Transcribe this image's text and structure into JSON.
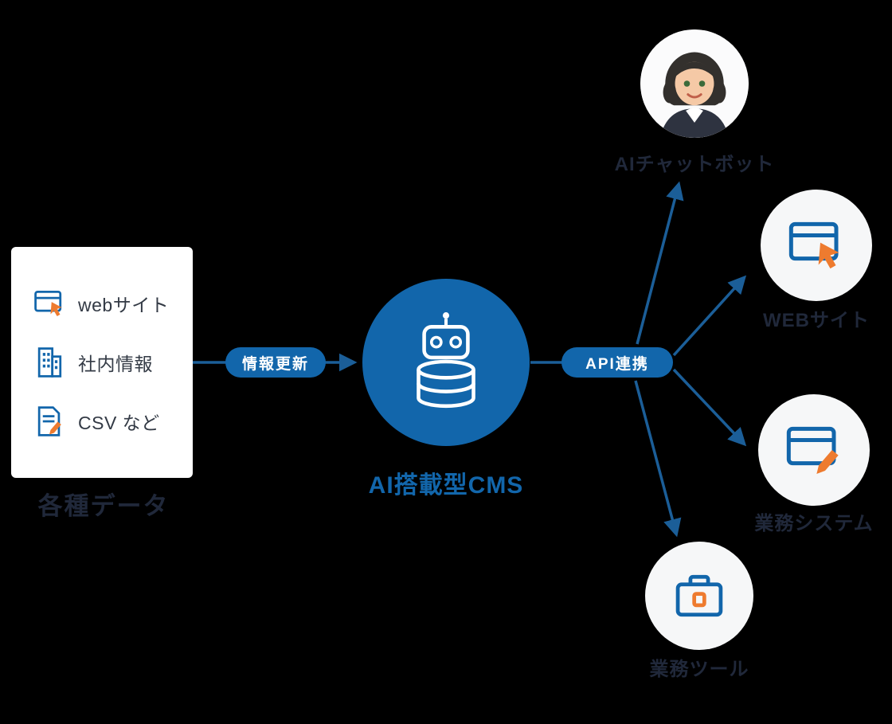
{
  "colors": {
    "background": "#000000",
    "primary_blue": "#1266ab",
    "connector_blue": "#1b5e98",
    "accent_orange": "#ee7b2f",
    "card_bg": "#ffffff",
    "target_circle_bg": "#f6f7f8",
    "dark_label": "#20283a"
  },
  "source_card": {
    "items": [
      {
        "icon": "browser-cursor-icon",
        "label": "webサイト"
      },
      {
        "icon": "building-icon",
        "label": "社内情報"
      },
      {
        "icon": "document-pencil-icon",
        "label": "CSV など"
      }
    ],
    "caption": "各種データ"
  },
  "pills": {
    "update": "情報更新",
    "api": "API連携"
  },
  "cms": {
    "icon": "robot-database-icon",
    "label": "AI搭載型CMS"
  },
  "targets": [
    {
      "icon": "ai-assistant-avatar",
      "label": "AIチャットボット"
    },
    {
      "icon": "browser-cursor-icon",
      "label": "WEBサイト"
    },
    {
      "icon": "browser-pencil-icon",
      "label": "業務システム"
    },
    {
      "icon": "briefcase-icon",
      "label": "業務ツール"
    }
  ]
}
